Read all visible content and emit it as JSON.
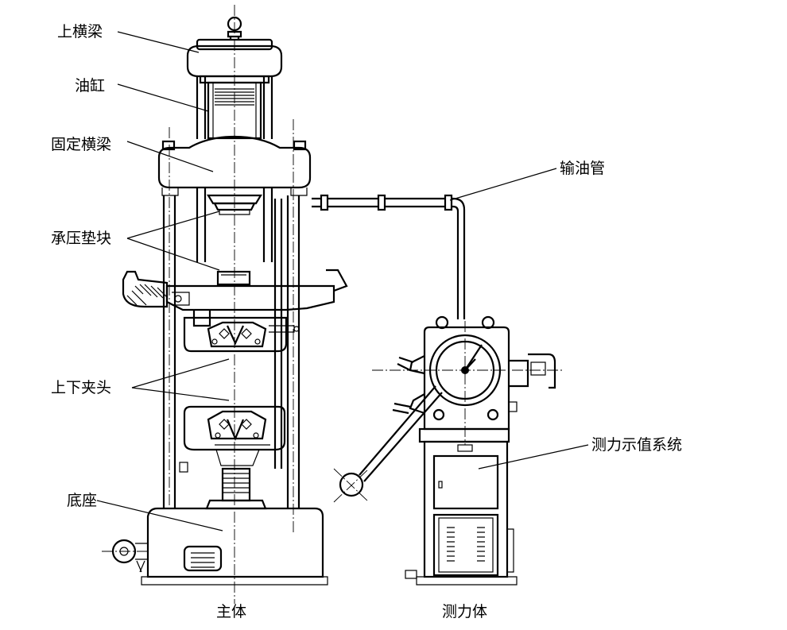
{
  "labels": {
    "upper_crossbeam": "上横梁",
    "oil_cylinder": "油缸",
    "fixed_crossbeam": "固定横梁",
    "bearing_blocks": "承压垫块",
    "upper_lower_grips": "上下夹头",
    "base": "底座",
    "oil_pipe": "输油管",
    "force_display_system": "测力示值系统",
    "main_body": "主体",
    "force_unit": "测力体"
  }
}
